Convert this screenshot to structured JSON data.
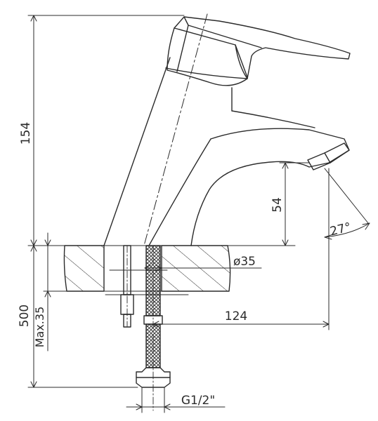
{
  "dimensions": {
    "height_total": "154",
    "spout_height": "54",
    "angle": "27°",
    "hole_diameter": "ø35",
    "hose_length": "500",
    "max_thickness": "Max.35",
    "reach": "124",
    "thread": "G1/2\""
  },
  "colors": {
    "line": "#2b2b2b",
    "background": "#ffffff"
  }
}
